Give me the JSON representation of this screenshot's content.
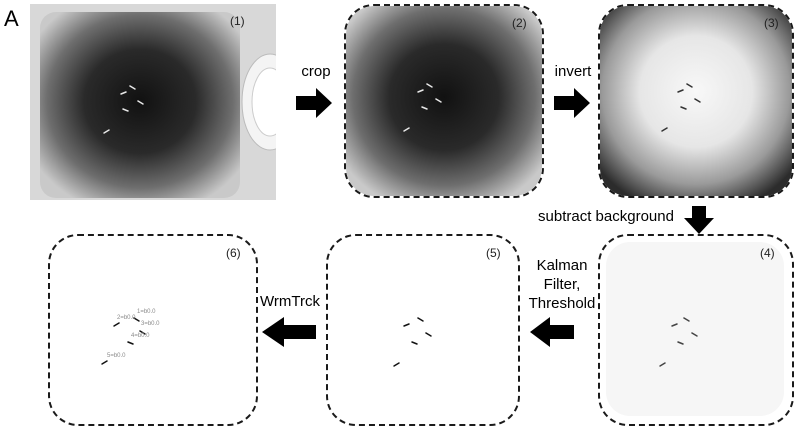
{
  "figure_label": "A",
  "panels": [
    {
      "number": "(1)"
    },
    {
      "number": "(2)"
    },
    {
      "number": "(3)"
    },
    {
      "number": "(4)"
    },
    {
      "number": "(5)"
    },
    {
      "number": "(6)"
    }
  ],
  "steps": {
    "crop": "crop",
    "invert": "invert",
    "subtract": "subtract background",
    "kalman_line1": "Kalman",
    "kalman_line2": "Filter,",
    "kalman_line3": "Threshold",
    "wrmtrck": "WrmTrck"
  },
  "track_labels": [
    "1=b0.0",
    "2=b0.0",
    "3=b0.0",
    "4=b0.0",
    "5=b0.0"
  ]
}
